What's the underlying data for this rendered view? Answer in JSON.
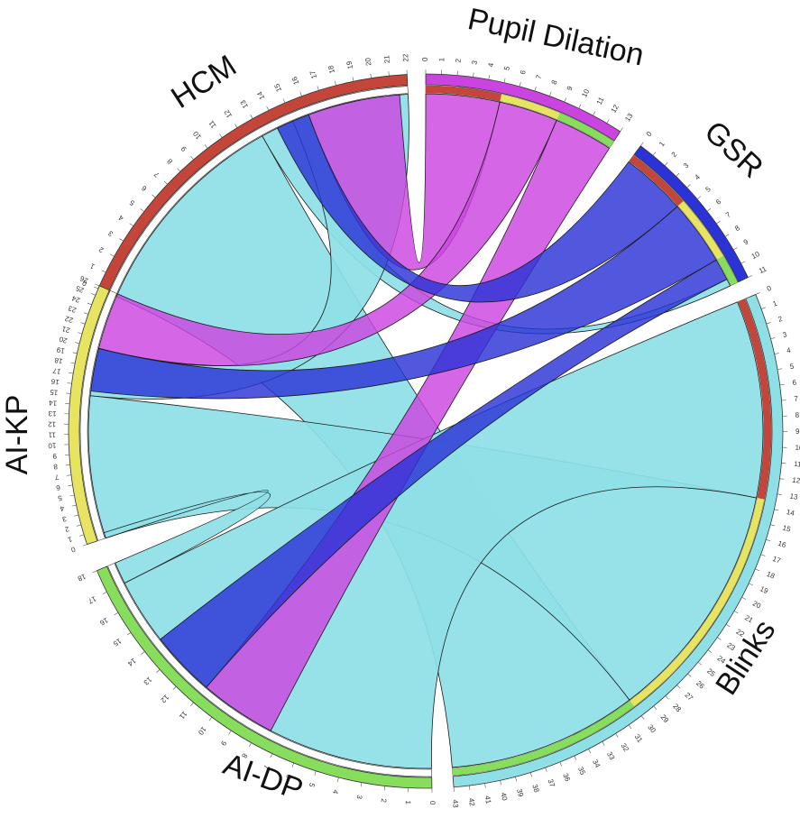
{
  "diagram": {
    "type": "chord",
    "segments": [
      {
        "id": "hcm",
        "label": "HCM",
        "color": "#c4463a",
        "max_tick": 22
      },
      {
        "id": "pupil",
        "label": "Pupil Dilation",
        "color": "#cc44e0",
        "max_tick": 13
      },
      {
        "id": "gsr",
        "label": "GSR",
        "color": "#2b33d6",
        "max_tick": 11
      },
      {
        "id": "blinks",
        "label": "Blinks",
        "color": "#8ee0e6",
        "max_tick": 43
      },
      {
        "id": "aidp",
        "label": "AI-DP",
        "color": "#86de5c",
        "max_tick": 18
      },
      {
        "id": "aikp",
        "label": "AI-KP",
        "color": "#e6e460",
        "max_tick": 26
      }
    ],
    "ribbon_colors": {
      "hcm": "#8ee0e6",
      "pupil": "#cc44e0",
      "gsr": "#2b33d6"
    }
  }
}
